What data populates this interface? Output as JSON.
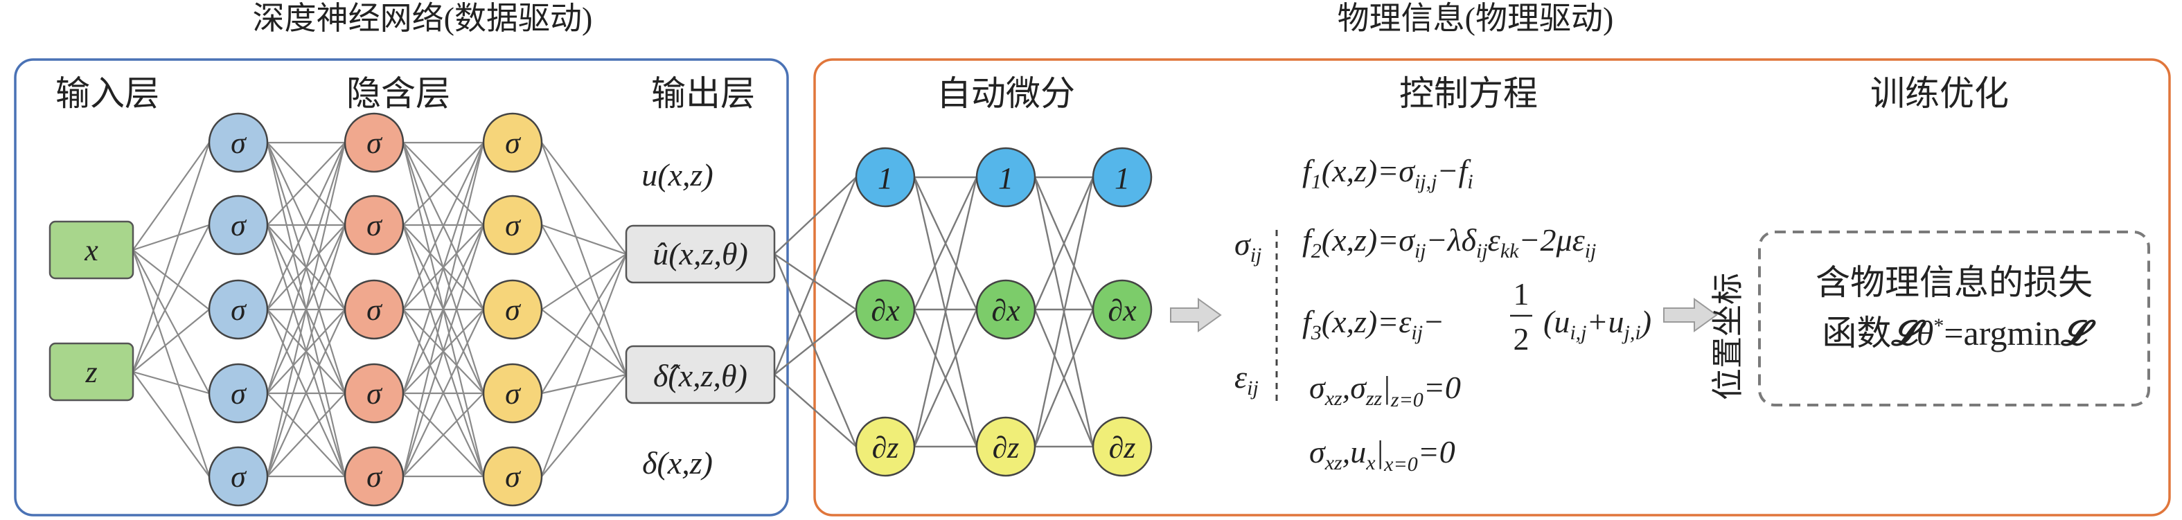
{
  "titles": {
    "left": "深度神经网络(数据驱动)",
    "right": "物理信息(物理驱动)"
  },
  "nn": {
    "input_layer": "输入层",
    "hidden_layer": "隐含层",
    "output_layer": "输出层",
    "inputs": [
      "x",
      "z"
    ],
    "neuron_symbol": "σ",
    "out_u": "u(x,z)",
    "out_delta": "δ(x,z)",
    "out_u_hat": "û(x,z,θ)",
    "out_delta_hat": "δ̂(x,z,θ)"
  },
  "physics": {
    "autodiff": "自动微分",
    "governing": "控制方程",
    "training": "训练优化",
    "ad_rows": [
      "1",
      "∂x",
      "∂z"
    ],
    "sigma_label": "σ",
    "sigma_sub": "ij",
    "eps_label": "ε",
    "eps_sub": "ij",
    "position_coords": "位置坐标",
    "loss_line1": "含物理信息的损失",
    "loss_line2_a": "函数",
    "loss_line2_b": "=argmin"
  },
  "colors": {
    "left_border": "#4a72b5",
    "right_border": "#e0763b",
    "input_fill": "#a8d68c",
    "hidden1": "#a8c8e4",
    "hidden2": "#f0a88e",
    "hidden3": "#f6d57a",
    "output_fill": "#e6e6e6",
    "ad_row1": "#55b6ea",
    "ad_row2": "#7ccc6a",
    "ad_row3": "#f0ee78"
  }
}
